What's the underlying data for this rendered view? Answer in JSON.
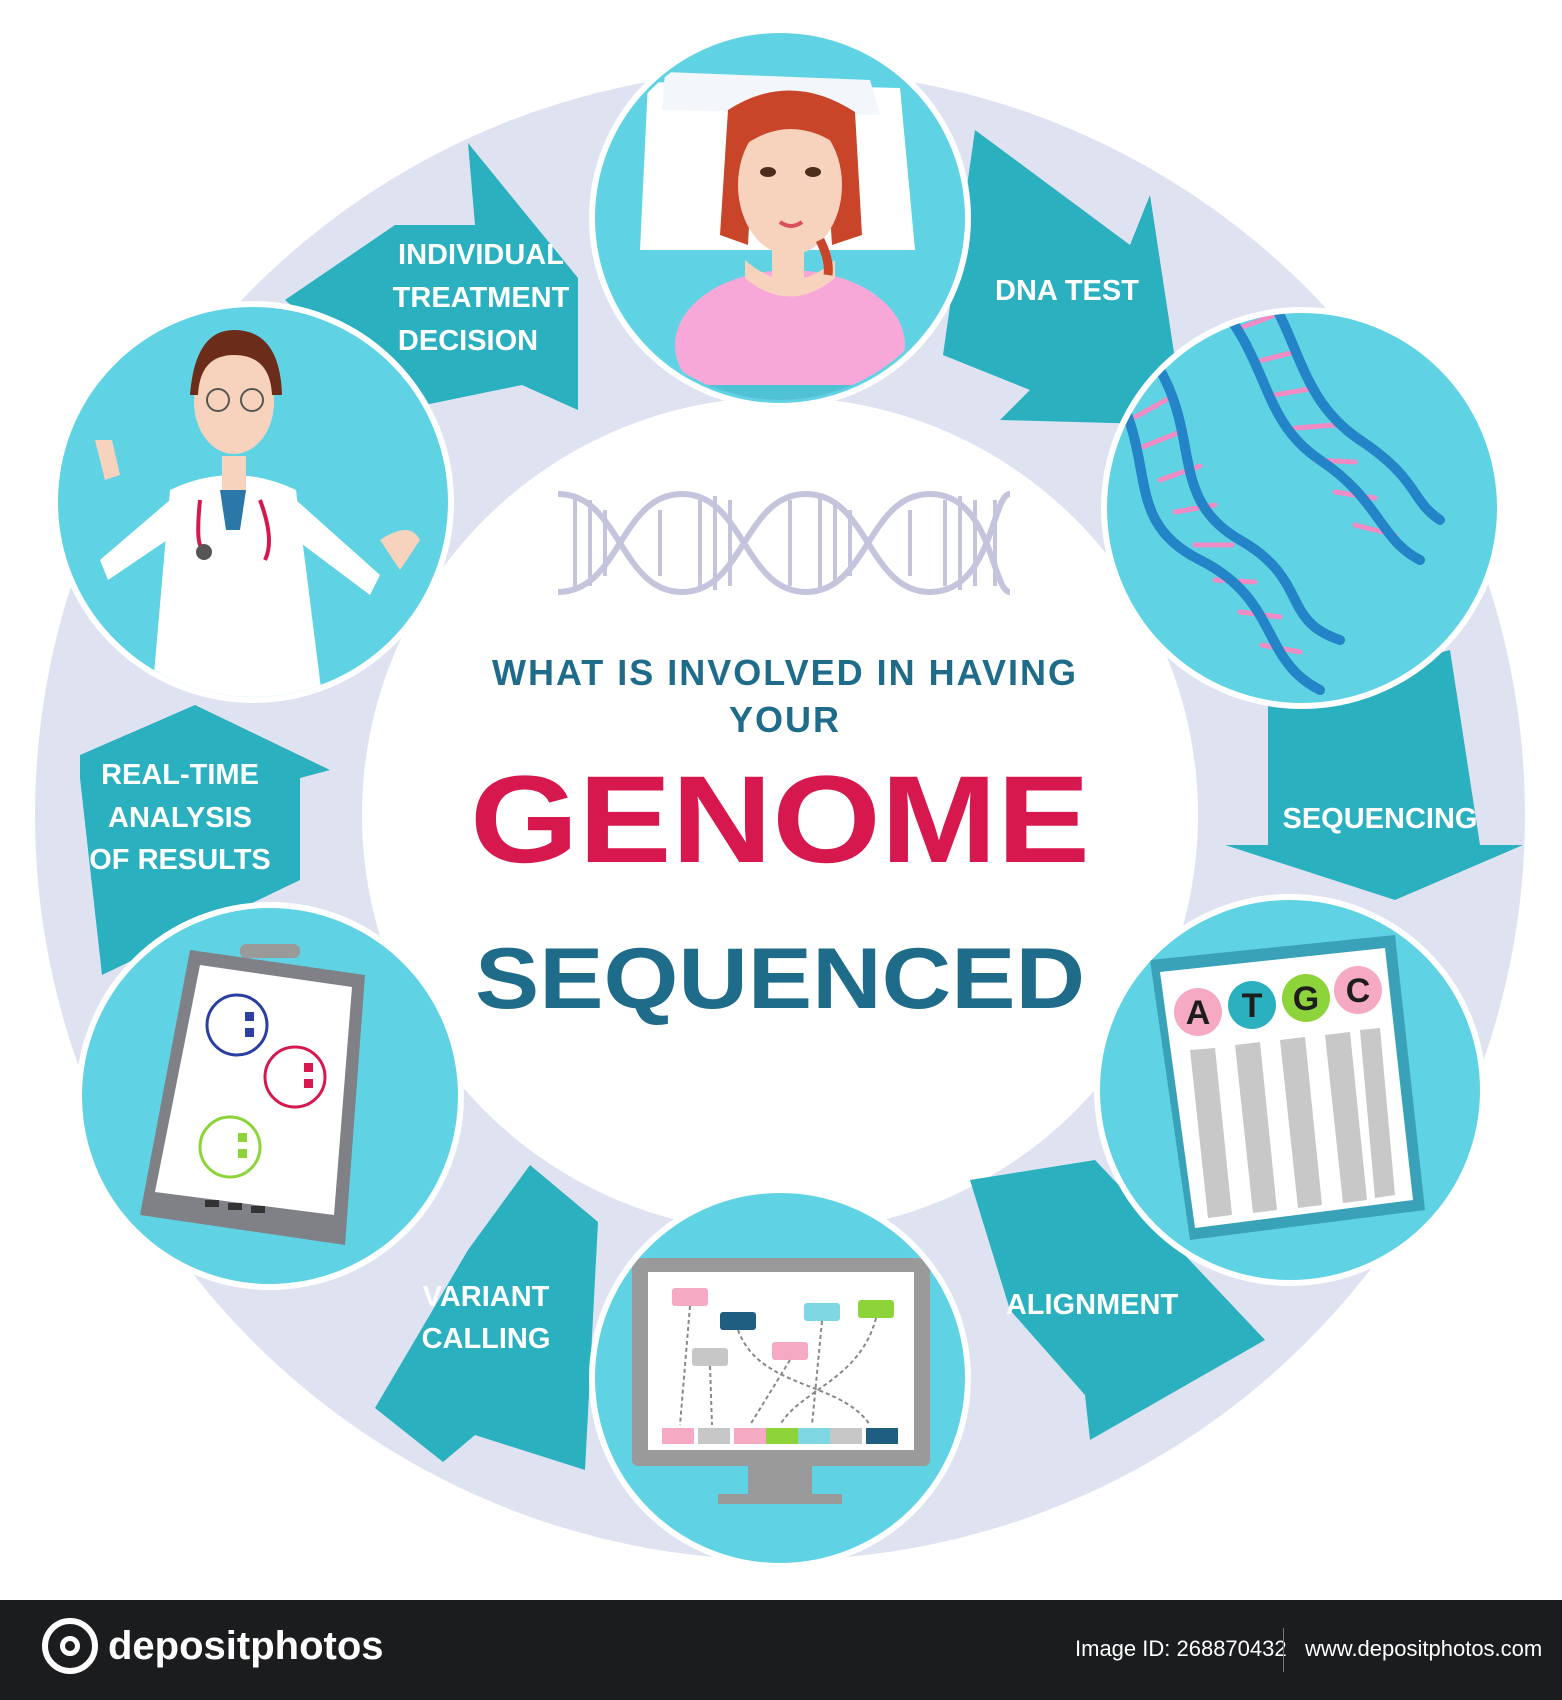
{
  "center": {
    "heading_line1": "WHAT IS INVOLVED IN HAVING",
    "heading_line2": "YOUR",
    "heading_main": "GENOME",
    "heading_sub": "SEQUENCED"
  },
  "steps": [
    {
      "id": "dna-test",
      "lines": [
        "DNA TEST"
      ]
    },
    {
      "id": "sequencing",
      "lines": [
        "SEQUENCING"
      ]
    },
    {
      "id": "alignment",
      "lines": [
        "ALIGNMENT"
      ]
    },
    {
      "id": "variant-calling",
      "lines": [
        "VARIANT",
        "CALLING"
      ]
    },
    {
      "id": "real-time-analysis",
      "lines": [
        "REAL-TIME",
        "ANALYSIS",
        "OF RESULTS"
      ]
    },
    {
      "id": "individual-treatment",
      "lines": [
        "INDIVIDUAL",
        "TREATMENT",
        "DECISION"
      ]
    }
  ],
  "atgc_letters": [
    "A",
    "T",
    "G",
    "C"
  ],
  "footer": {
    "logo_text": "depositphotos",
    "image_id": "Image ID: 268870432",
    "site_url": "www.depositphotos.com"
  },
  "colors": {
    "ring": "#dfe3f1",
    "arrow": "#2ab0bf",
    "circle": "#5fd3e4",
    "title_blue": "#1f6b8a",
    "title_red": "#d6184e",
    "footer_bg": "#1b1c1e"
  }
}
